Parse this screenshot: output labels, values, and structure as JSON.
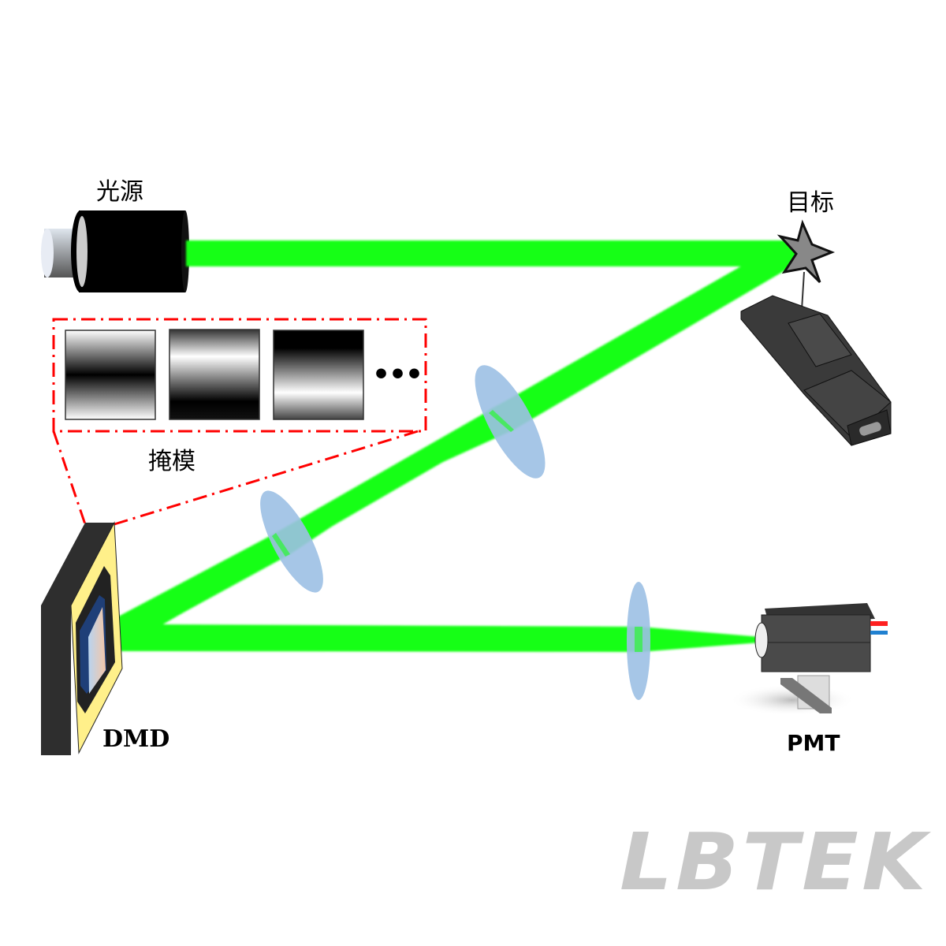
{
  "labels": {
    "light_source": "光源",
    "target": "目标",
    "mask": "掩模",
    "dmd": "DMD",
    "pmt": "PMT",
    "ellipsis": "•••"
  },
  "logo": {
    "text": "LBTEK",
    "color": "#c8c8c8"
  },
  "colors": {
    "beam": "#19ff19",
    "lens": "#9cc0e4",
    "mask_border": "#ff0000",
    "dmd_frame": "#fff08a",
    "dmd_body": "#2e2e2e",
    "dmd_chip": "#1f3f78"
  },
  "mask_patterns": [
    {
      "name": "pattern-1",
      "phase": "dark-center"
    },
    {
      "name": "pattern-2",
      "phase": "light-top"
    },
    {
      "name": "pattern-3",
      "phase": "dark-top"
    }
  ]
}
